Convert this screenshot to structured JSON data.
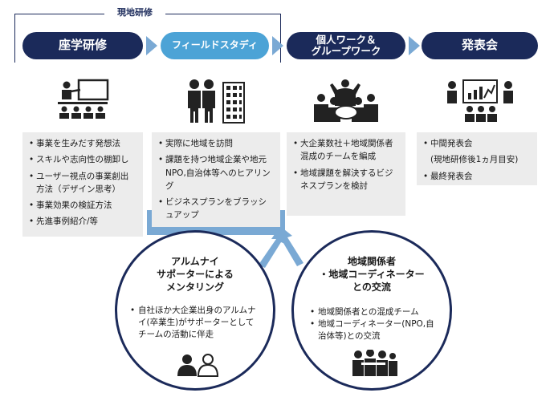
{
  "onsite_training": {
    "label": "現地研修"
  },
  "stages": [
    {
      "label": "座学研修"
    },
    {
      "label": "フィールドスタディ"
    },
    {
      "label_line1": "個人ワーク＆",
      "label_line2": "グループワーク"
    },
    {
      "label": "発表会"
    }
  ],
  "cards": [
    {
      "items": [
        "事業を生みだす発想法",
        "スキルや志向性の棚卸し",
        "ユーザー視点の事業創出方法（デザイン思考）",
        "事業効果の検証方法",
        "先進事例紹介/等"
      ]
    },
    {
      "items": [
        "実際に地域を訪問",
        "課題を持つ地域企業や地元NPO,自治体等へのヒアリング",
        "ビジネスプランをブラッシュアップ"
      ]
    },
    {
      "items": [
        "大企業数社＋地域関係者混成のチームを編成",
        "地域課題を解決するビジネスプランを検討"
      ]
    },
    {
      "items": [
        "中間発表会",
        "(現地研修後1ヵ月目安)",
        "最終発表会"
      ]
    }
  ],
  "support_left": {
    "title_line1": "アルムナイ",
    "title_line2": "サポーターによる",
    "title_line3": "メンタリング",
    "items": [
      "自社ほか大企業出身のアルムナイ(卒業生)がサポーターとしてチームの活動に伴走"
    ]
  },
  "support_right": {
    "title_line1": "地域関係者",
    "title_line2": "・地域コーディネーター",
    "title_line3": "との交流",
    "items": [
      "地域関係者との混成チーム",
      "地域コーディネーター(NPO,自治体等)との交流"
    ]
  },
  "colors": {
    "navy": "#1b2a5a",
    "light_blue": "#4ca3d6",
    "arrow_blue": "#7aa9d4",
    "card_gray": "#ececec"
  }
}
